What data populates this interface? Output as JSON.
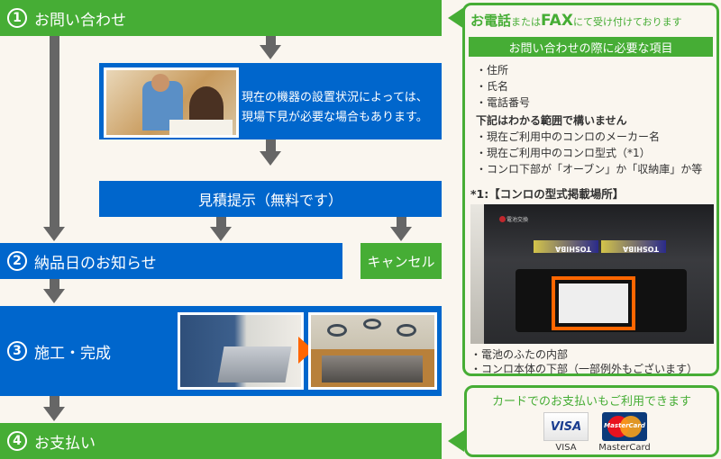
{
  "steps": {
    "step1": {
      "num": "1",
      "label": "お問い合わせ"
    },
    "step2": {
      "num": "2",
      "label": "納品日のお知らせ"
    },
    "step3": {
      "num": "3",
      "label": "施工・完成"
    },
    "step4": {
      "num": "4",
      "label": "お支払い"
    }
  },
  "survey": {
    "text_line1": "現在の機器の設置状況によっては、",
    "text_line2": "現場下見が必要な場合もあります。"
  },
  "estimate": {
    "label": "見積提示（無料です）"
  },
  "cancel": {
    "label": "キャンセル"
  },
  "contact_panel": {
    "heading_prefix": "お電話",
    "heading_middle": "または",
    "heading_fax": "FAX",
    "heading_suffix": "にて受け付けております",
    "required_title": "お問い合わせの際に必要な項目",
    "required_items": [
      "・住所",
      "・氏名",
      "・電話番号"
    ],
    "optional_title": "下記はわかる範囲で構いません",
    "optional_items": [
      "・現在ご利用中のコンロのメーカー名",
      "・現在ご利用中のコンロ型式（*1）",
      "・コンロ下部が「オーブン」か「収納庫」か等"
    ],
    "note_title": "*1:【コンロの型式掲載場所】",
    "photo_brand": "TOSHIBA",
    "photo_button": "電池交換",
    "location_items": [
      "・電池のふたの内部",
      "・コンロ本体の下部（一部例外もございます）"
    ]
  },
  "payment_panel": {
    "title": "カードでのお支払いもご利用できます",
    "cards": [
      {
        "logo": "VISA",
        "label": "VISA"
      },
      {
        "logo": "MasterCard",
        "label": "MasterCard"
      }
    ]
  },
  "colors": {
    "green": "#46ad35",
    "blue": "#0066cc",
    "arrow": "#666666",
    "highlight": "#ff6600"
  }
}
